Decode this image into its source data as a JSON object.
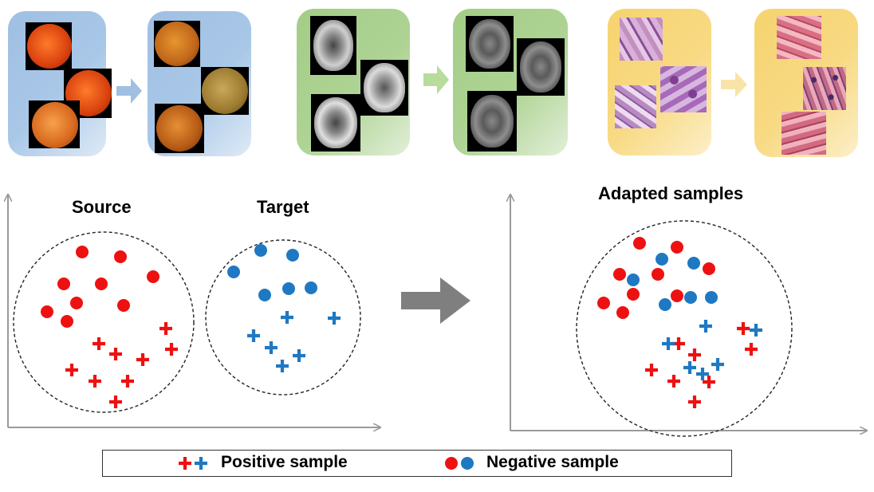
{
  "labels": {
    "source": "Source",
    "target": "Target",
    "adapted": "Adapted samples"
  },
  "legend": {
    "positive": "Positive sample",
    "negative": "Negative sample"
  },
  "colors": {
    "red": "#ee1111",
    "blue": "#1f78c2",
    "panel_blue": "#a8c6e6",
    "panel_green": "#a9d18e",
    "panel_yellow": "#f8d77a",
    "axis": "#9a9a9a"
  },
  "icons": [
    "plus-marker",
    "circle-marker",
    "arrow-right"
  ]
}
